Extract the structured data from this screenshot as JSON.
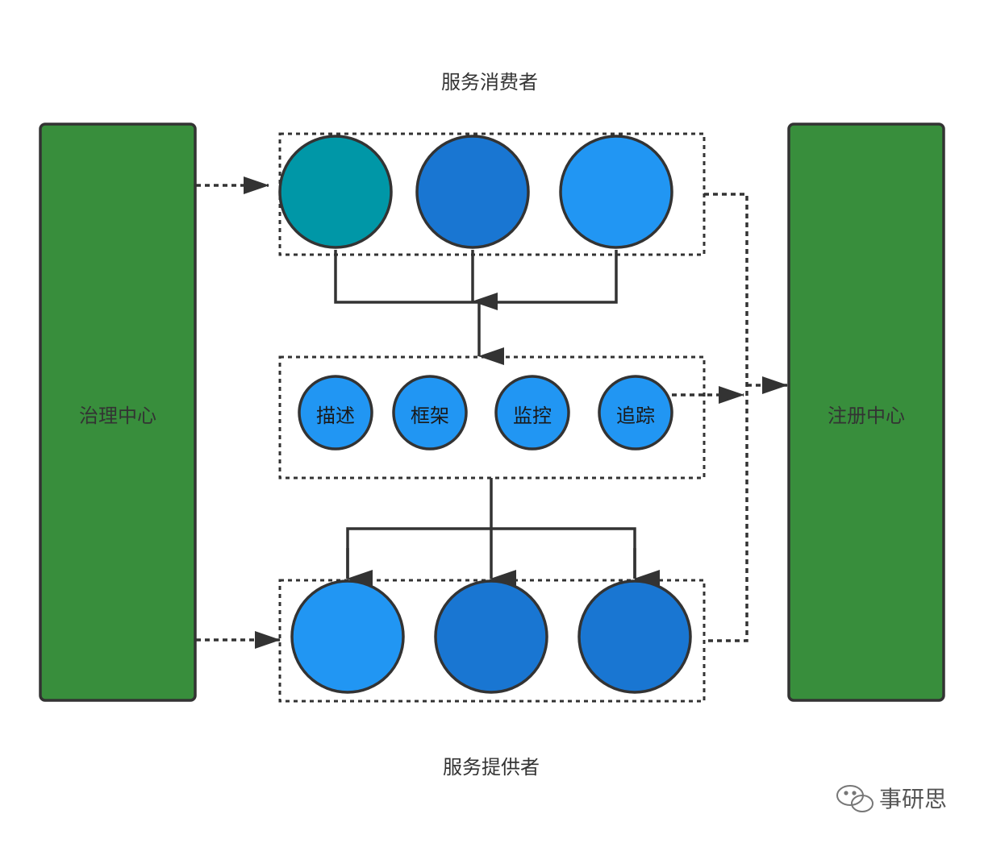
{
  "titles": {
    "consumer": "服务消费者",
    "provider": "服务提供者"
  },
  "panels": {
    "governance": "治理中心",
    "registry": "注册中心"
  },
  "framework_nodes": [
    "描述",
    "框架",
    "监控",
    "追踪"
  ],
  "watermark": "事研思",
  "colors": {
    "panel": "#388e3c",
    "teal": "#0097a7",
    "blue_dark": "#1976d2",
    "blue_light": "#2196f3",
    "line": "#333333"
  }
}
